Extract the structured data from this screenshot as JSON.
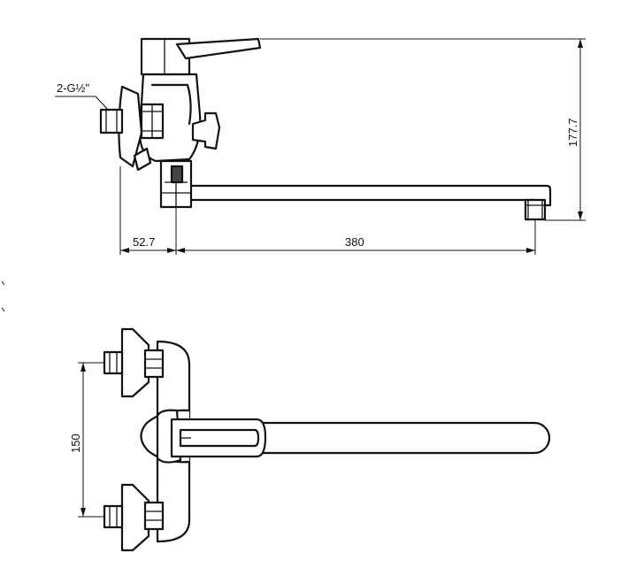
{
  "dimensions": {
    "connection": "2-G½\"",
    "height": "177.7",
    "offset": "52.7",
    "spout_length": "380",
    "inlet_spacing": "150"
  },
  "colors": {
    "line": "#111111",
    "background": "#ffffff"
  }
}
